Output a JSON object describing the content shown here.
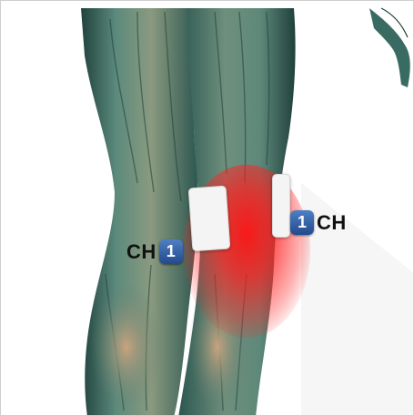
{
  "electrodes": [
    {
      "id": "left",
      "channel_text": "CH",
      "channel_number": "1"
    },
    {
      "id": "right",
      "channel_text": "CH",
      "channel_number": "1"
    }
  ],
  "colors": {
    "muscle_teal": "#3d7469",
    "muscle_dark": "#244d47",
    "skin_tan": "#b79a78",
    "pain_red": "#ff1e1e",
    "badge_blue": "#2f5fa8",
    "pad_white": "#f4f4f4"
  }
}
